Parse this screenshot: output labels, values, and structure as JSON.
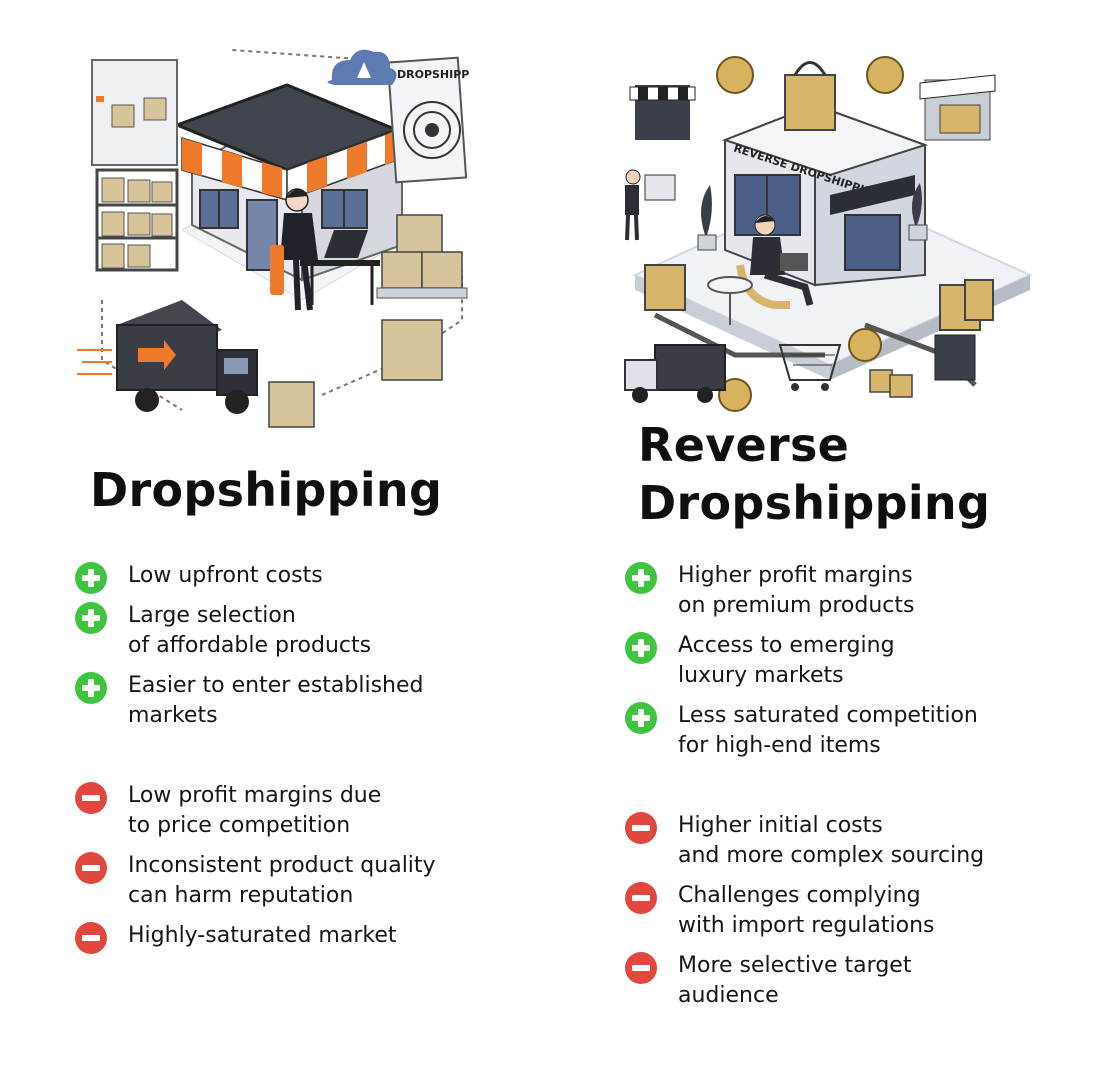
{
  "left": {
    "title": "Dropshipping",
    "illustration": "dropshipping-store-illustration",
    "illustration_text": "DROPSHIPP",
    "pros": [
      "Low upfront costs",
      "Large selection\nof affordable products",
      "Easier to enter established\nmarkets"
    ],
    "cons": [
      "Low profit margins due\nto price competition",
      "Inconsistent product quality\ncan harm reputation",
      "Highly-saturated market"
    ]
  },
  "right": {
    "title": "Reverse\nDropshipping",
    "illustration": "reverse-dropshipping-store-illustration",
    "illustration_text": "REVERSE DROPSHIPPING",
    "pros": [
      "Higher profit margins\non premium products",
      "Access to emerging\nluxury markets",
      "Less saturated competition\nfor high-end items"
    ],
    "cons": [
      "Higher initial costs\nand more complex sourcing",
      "Challenges complying\nwith import regulations",
      "More selective target\naudience"
    ]
  },
  "colors": {
    "plus": "#3ec43f",
    "minus": "#e2473d",
    "accent_orange": "#f07a2c"
  },
  "icons": {
    "plus": "plus-circle-icon",
    "minus": "minus-circle-icon"
  }
}
